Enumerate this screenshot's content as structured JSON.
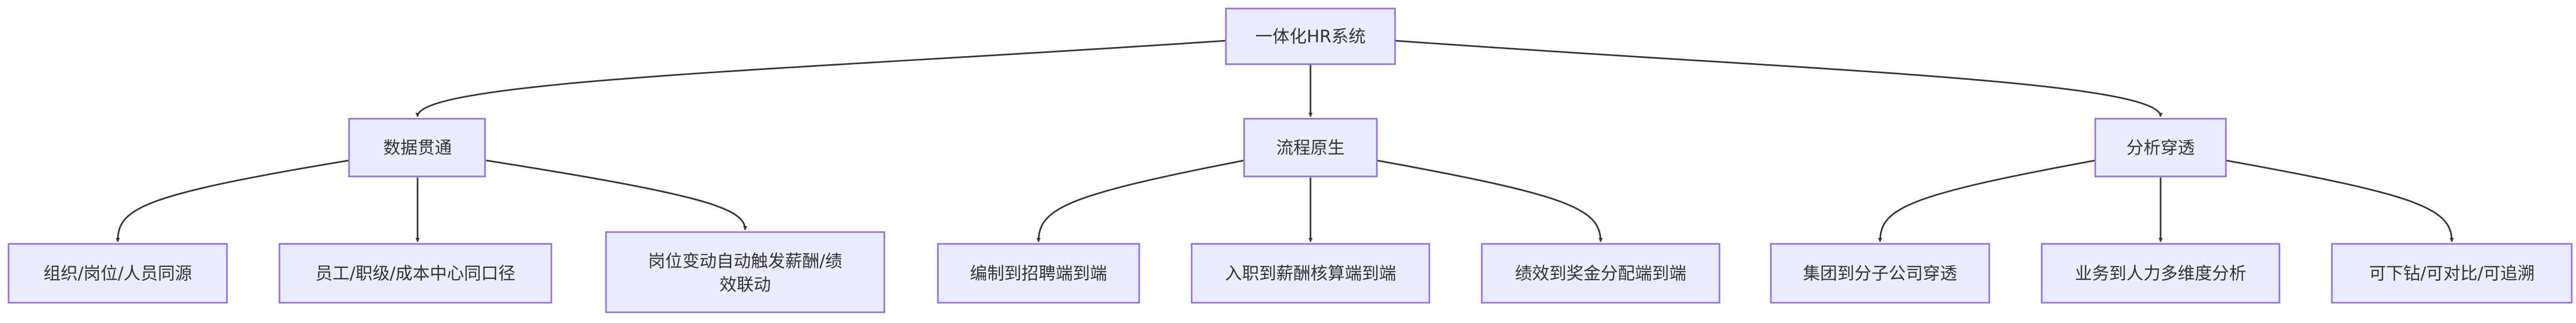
{
  "diagram": {
    "root": {
      "label": "一体化HR系统"
    },
    "branches": [
      {
        "label": "数据贯通",
        "leaves": [
          {
            "lines": [
              "组织/岗位/人员同源"
            ]
          },
          {
            "lines": [
              "员工/职级/成本中心同口径"
            ]
          },
          {
            "lines": [
              "岗位变动自动触发薪酬/绩",
              "效联动"
            ]
          }
        ]
      },
      {
        "label": "流程原生",
        "leaves": [
          {
            "lines": [
              "编制到招聘端到端"
            ]
          },
          {
            "lines": [
              "入职到薪酬核算端到端"
            ]
          },
          {
            "lines": [
              "绩效到奖金分配端到端"
            ]
          }
        ]
      },
      {
        "label": "分析穿透",
        "leaves": [
          {
            "lines": [
              "集团到分子公司穿透"
            ]
          },
          {
            "lines": [
              "业务到人力多维度分析"
            ]
          },
          {
            "lines": [
              "可下钻/可对比/可追溯"
            ]
          }
        ]
      }
    ]
  },
  "colors": {
    "node_fill": "#ECECFF",
    "node_stroke": "#9370DB",
    "edge": "#333333",
    "text": "#333333"
  }
}
